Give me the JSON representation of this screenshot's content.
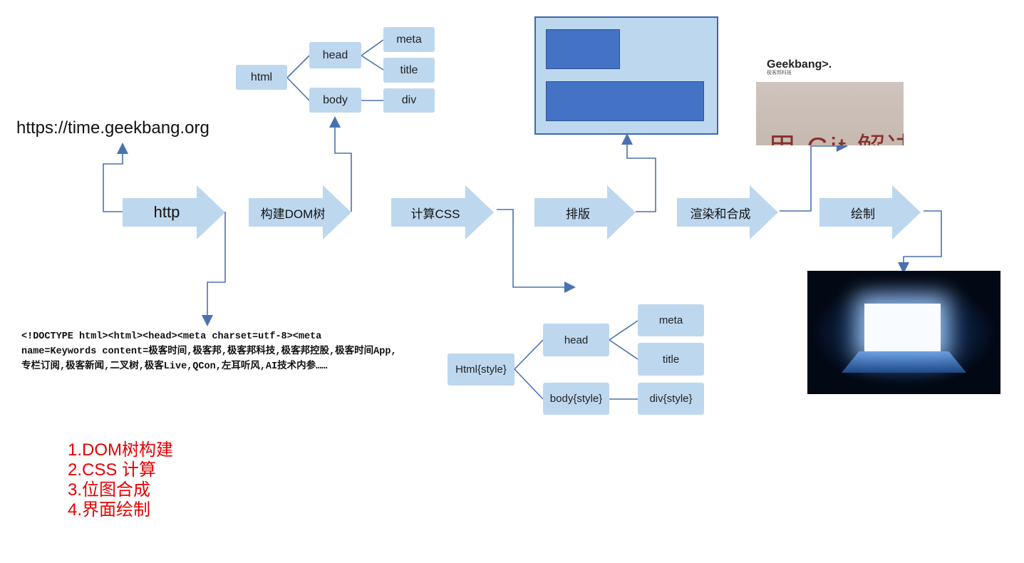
{
  "url": "https://time.geekbang.org",
  "pipeline": [
    {
      "label": "http"
    },
    {
      "label": "构建DOM树"
    },
    {
      "label": "计算CSS"
    },
    {
      "label": "排版"
    },
    {
      "label": "渲染和合成"
    },
    {
      "label": "绘制"
    }
  ],
  "dom_tree": {
    "root": "html",
    "head": "head",
    "body": "body",
    "meta": "meta",
    "title": "title",
    "div": "div"
  },
  "style_tree": {
    "root": "Html{style}",
    "head": "head",
    "body": "body{style}",
    "meta": "meta",
    "title": "title",
    "div": "div{style}"
  },
  "html_source": "<!DOCTYPE html><html><head><meta charset=utf-8><meta name=Keywords content=极客时间,极客邦,极客邦科技,极客邦控股,极客时间App,专栏订阅,极客新闻,二叉树,极客Live,QCon,左耳听风,AI技术内参……",
  "steps": [
    "1.DOM树构建",
    "2.CSS 计算",
    "3.位图合成",
    "4.界面绘制"
  ],
  "geekbang_image": {
    "logo": "Geekbang>.",
    "subtitle": "极客邦科技",
    "text": "用 Git 解决"
  },
  "colors": {
    "node_fill": "#bdd7ee",
    "line": "#4a72b0",
    "layout_block": "#4472c4",
    "steps_text": "#e60000"
  }
}
